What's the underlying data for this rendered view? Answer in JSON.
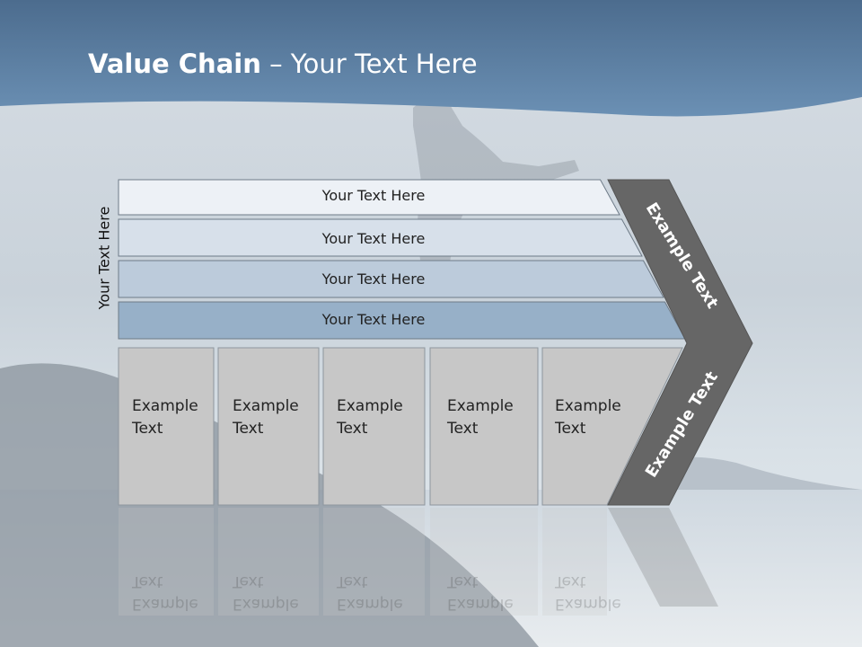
{
  "title": {
    "bold": "Value Chain",
    "rest": " – Your Text Here"
  },
  "side_label": "Your Text Here",
  "rows": [
    {
      "label": "Your Text Here",
      "color": "#edf1f6"
    },
    {
      "label": "Your Text Here",
      "color": "#d7e0ea"
    },
    {
      "label": "Your Text Here",
      "color": "#bccbdb"
    },
    {
      "label": "Your Text Here",
      "color": "#97b0c8"
    }
  ],
  "boxes": [
    {
      "line1": "Example",
      "line2": "Text"
    },
    {
      "line1": "Example",
      "line2": "Text"
    },
    {
      "line1": "Example",
      "line2": "Text"
    },
    {
      "line1": "Example",
      "line2": "Text"
    },
    {
      "line1": "Example",
      "line2": "Text"
    }
  ],
  "chevron": {
    "upper_label": "Example Text",
    "lower_label": "Example Text",
    "color": "#666666"
  },
  "colors": {
    "header": "#5b7ea3",
    "box": "#c7c7c7"
  }
}
